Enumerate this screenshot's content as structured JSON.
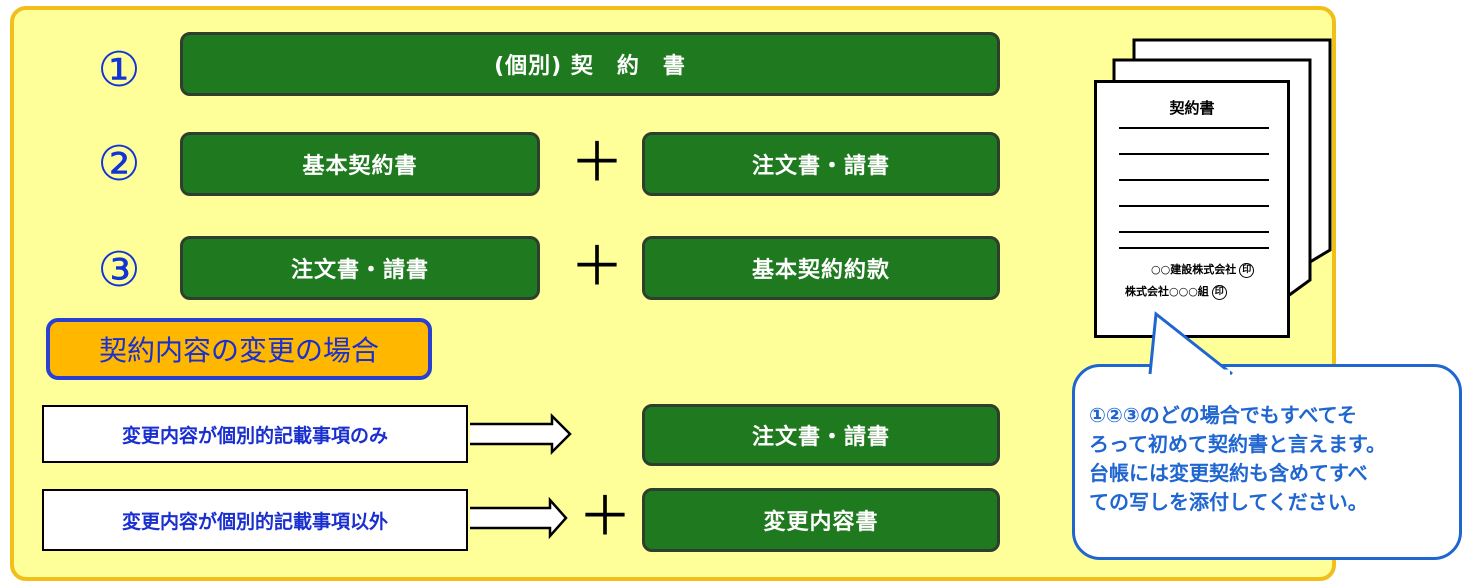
{
  "rows": [
    {
      "num": "①",
      "left": "(個別) 契　約　書"
    },
    {
      "num": "②",
      "left": "基本契約書",
      "plus": "＋",
      "right": "注文書・請書"
    },
    {
      "num": "③",
      "left": "注文書・請書",
      "plus": "＋",
      "right": "基本契約約款"
    }
  ],
  "change_section": {
    "label": "契約内容の変更の場合",
    "items": [
      {
        "condition": "変更内容が個別的記載事項のみ",
        "result": "注文書・請書"
      },
      {
        "condition": "変更内容が個別的記載事項以外",
        "plus": "＋",
        "result": "変更内容書"
      }
    ]
  },
  "document": {
    "title": "契約書",
    "signatory_1": "○○建設株式会社",
    "signatory_2": "株式会社○○○組",
    "stamp": "印"
  },
  "note_lines": [
    "①②③のどの場合でもすべてそ",
    "ろって初めて契約書と言えます。",
    "台帳には変更契約も含めてすべ",
    "ての写しを添付してください。"
  ],
  "colors": {
    "panel_bg": "#ffff99",
    "panel_border": "#f2bf1a",
    "box_green": "#1f7a1f",
    "number_blue": "#1234d6",
    "label_orange": "#ffb700",
    "note_blue": "#1f66d0"
  }
}
